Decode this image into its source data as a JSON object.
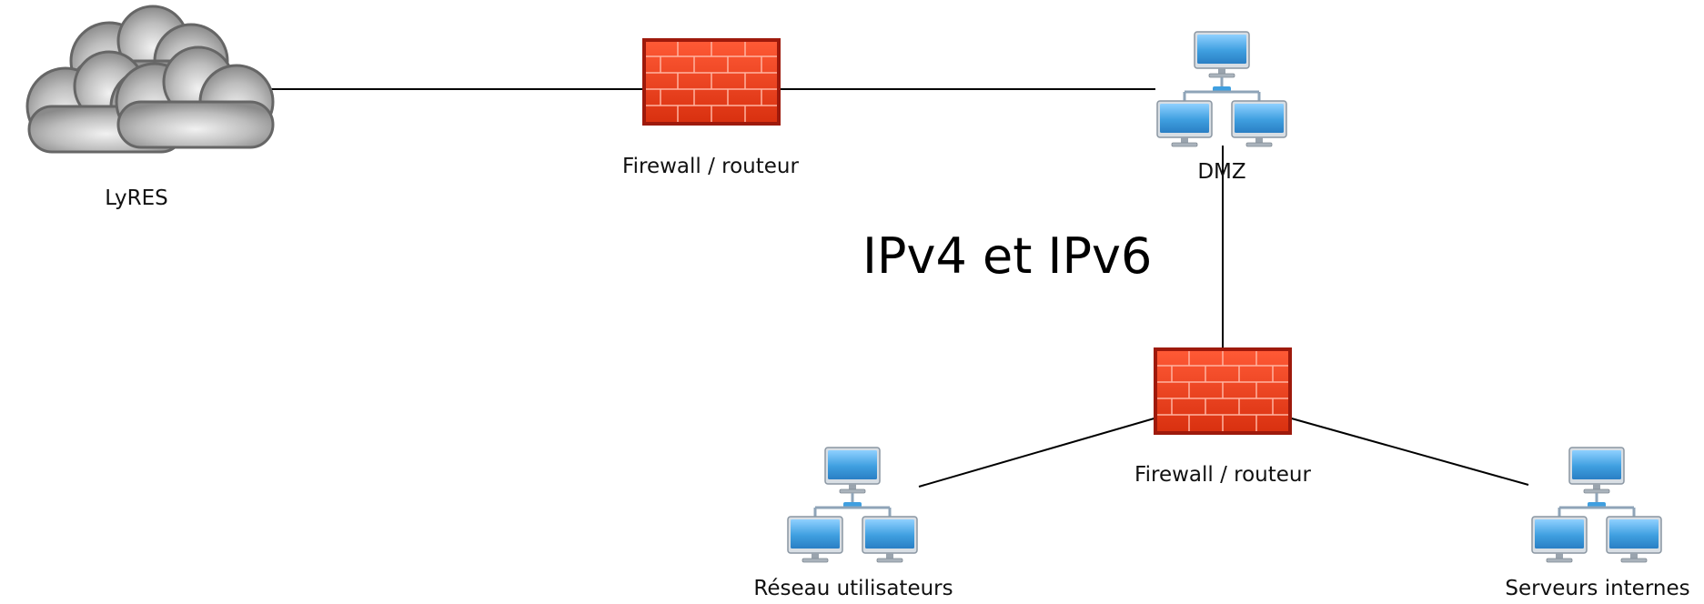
{
  "diagram": {
    "title": "IPv4 et IPv6",
    "nodes": {
      "internet": {
        "label": "LyRES",
        "icon": "cloud-icon"
      },
      "firewall_top": {
        "label": "Firewall / routeur",
        "icon": "firewall-icon"
      },
      "dmz": {
        "label": "DMZ",
        "icon": "network-icon"
      },
      "firewall_bottom": {
        "label": "Firewall / routeur",
        "icon": "firewall-icon"
      },
      "users": {
        "label": "Réseau utilisateurs",
        "icon": "network-icon"
      },
      "servers": {
        "label": "Serveurs internes",
        "icon": "network-icon"
      }
    },
    "links": [
      {
        "from": "internet",
        "to": "firewall_top"
      },
      {
        "from": "firewall_top",
        "to": "dmz"
      },
      {
        "from": "dmz",
        "to": "firewall_bottom"
      },
      {
        "from": "firewall_bottom",
        "to": "users"
      },
      {
        "from": "firewall_bottom",
        "to": "servers"
      }
    ],
    "colors": {
      "firewall_brick": "#e8361c",
      "firewall_border": "#9e1a0c",
      "monitor": "#3f9fe0",
      "cloud": "#b9b9b9",
      "link": "#000000"
    }
  }
}
